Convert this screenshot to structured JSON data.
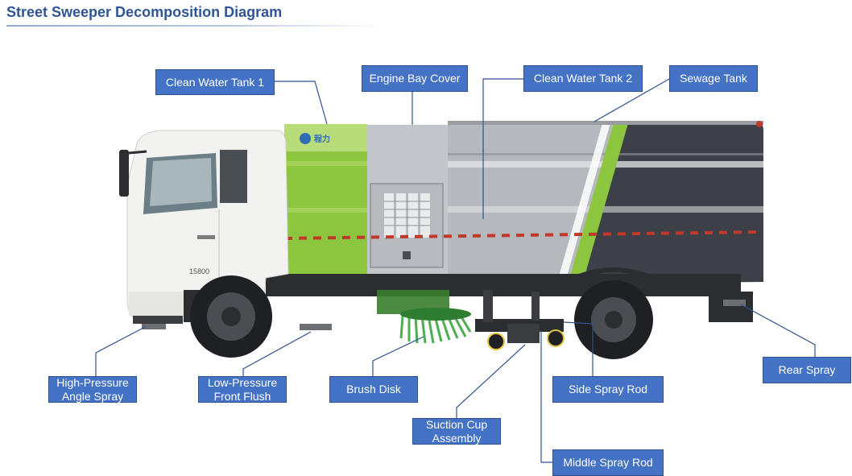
{
  "title": "Street Sweeper Decomposition Diagram",
  "labels": {
    "clean_water_tank_1": "Clean Water Tank 1",
    "engine_bay_cover": "Engine Bay Cover",
    "clean_water_tank_2": "Clean Water Tank 2",
    "sewage_tank": "Sewage Tank",
    "rear_spray": "Rear Spray",
    "high_pressure_angle_spray": "High-Pressure\nAngle Spray",
    "low_pressure_front_flush": "Low-Pressure\nFront Flush",
    "brush_disk": "Brush Disk",
    "suction_cup_assembly": "Suction Cup\nAssembly",
    "side_spray_rod": "Side Spray Rod",
    "middle_spray_rod": "Middle Spray Rod"
  },
  "truck": {
    "door_text": "15800",
    "logo_text": "程力",
    "colors": {
      "accent_green": "#8cc63f",
      "cab_white": "#f2f2f0",
      "body_grey": "#b4b7bb",
      "dark_grey": "#3c3f44",
      "label_blue": "#4472c4",
      "title_blue": "#2f5597"
    }
  }
}
